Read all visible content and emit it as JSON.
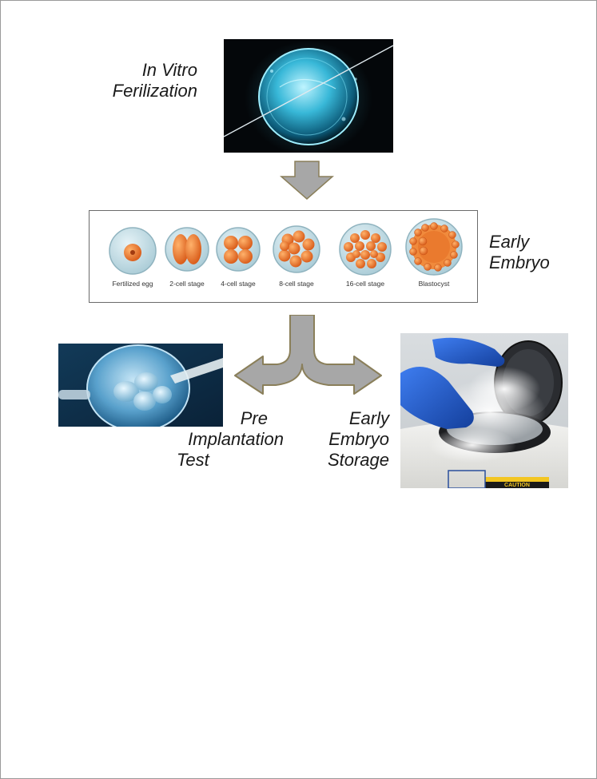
{
  "labels": {
    "ivf": [
      "In Vitro",
      "Ferilization"
    ],
    "early_embryo": [
      "Early",
      "Embryo"
    ],
    "pre_implantation": [
      "Pre",
      "Implantation",
      "Test"
    ],
    "storage": [
      "Early",
      "Embryo",
      "Storage"
    ]
  },
  "stages": [
    {
      "caption": "Fertilized egg"
    },
    {
      "caption": "2-cell stage"
    },
    {
      "caption": "4-cell stage"
    },
    {
      "caption": "8-cell stage"
    },
    {
      "caption": "16-cell stage"
    },
    {
      "caption": "Blastocyst"
    }
  ],
  "storage_tank_text": "CAUTION",
  "colors": {
    "arrow_fill": "#a7a7a7",
    "arrow_stroke": "#8a7f5a",
    "cell_orange": "#e8742a",
    "embryo_blue": "#4fc3e0",
    "glove_blue": "#1f5fd8"
  }
}
